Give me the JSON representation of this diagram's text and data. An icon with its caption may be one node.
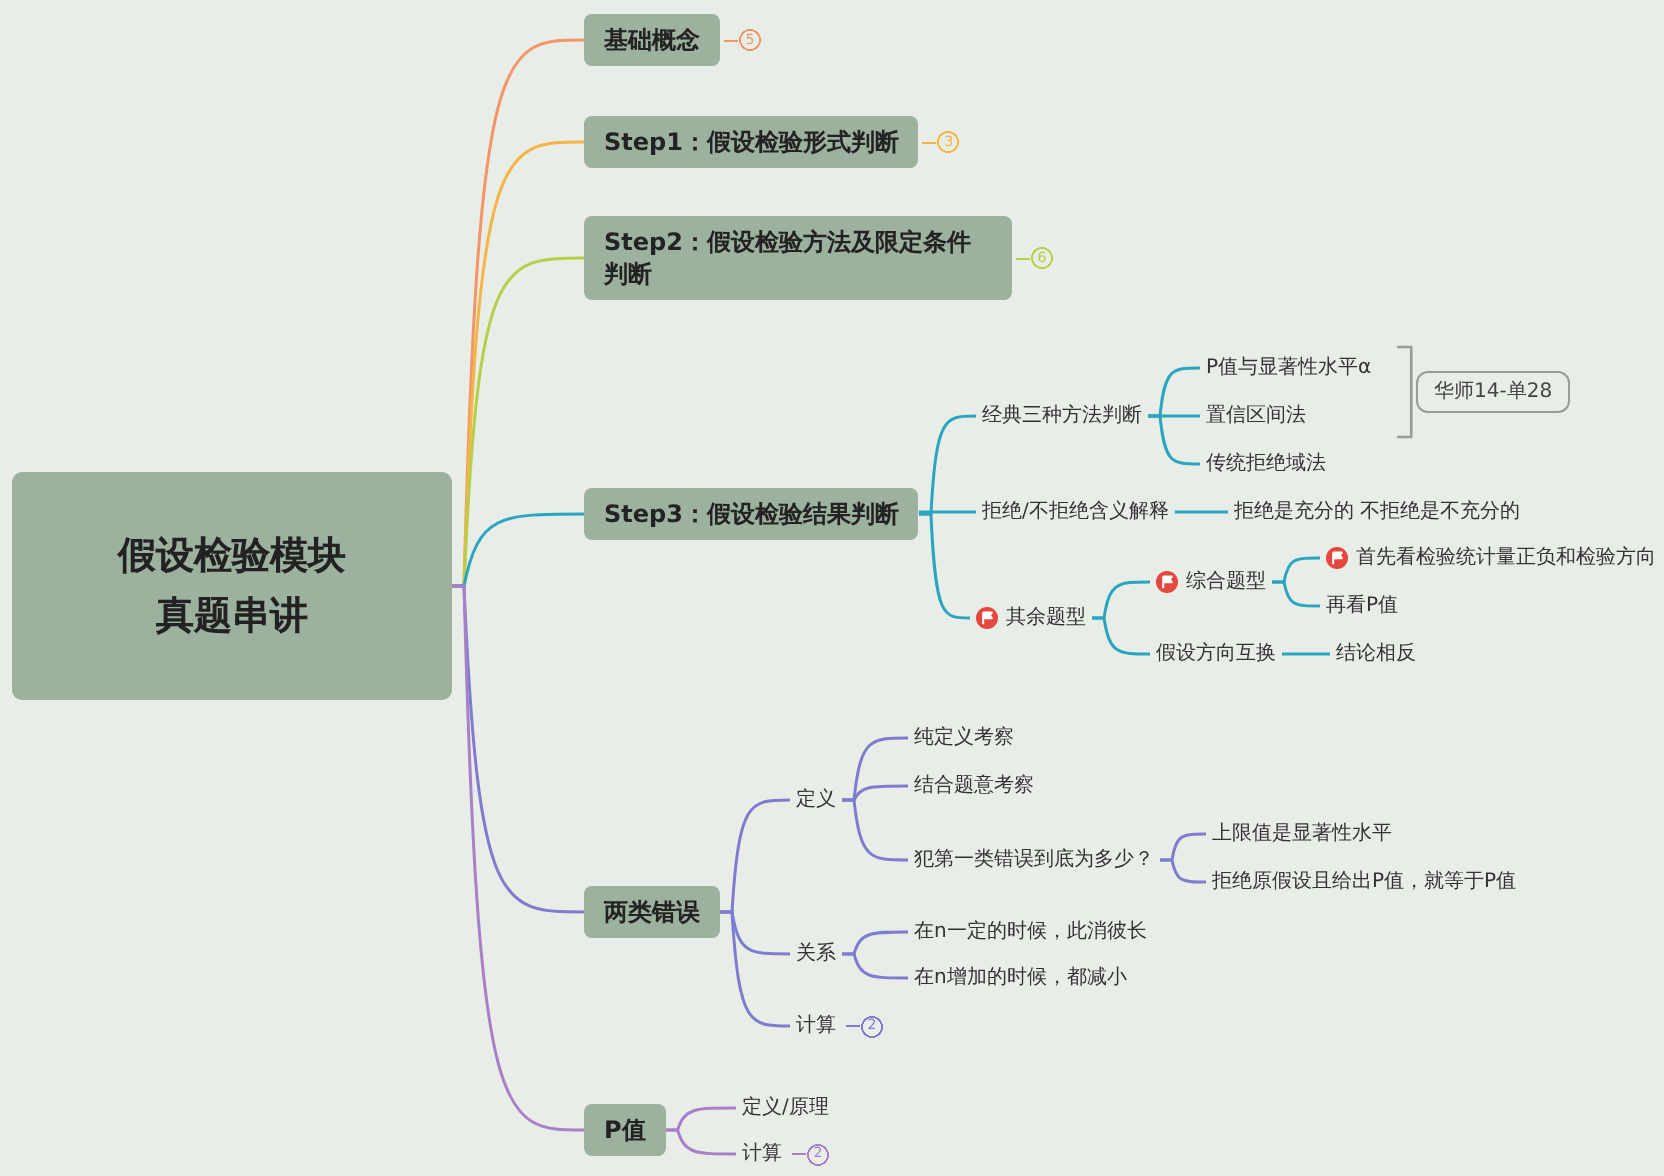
{
  "diagram": {
    "nodes": [
      {
        "text": [
          "假设检验模块",
          "真题串讲"
        ]
      },
      {
        "text": [
          "基础概念"
        ],
        "beside": [
          "5"
        ]
      },
      {
        "text": [
          "Step1：假设检验形式判断"
        ],
        "beside": [
          "3"
        ]
      },
      {
        "text": [
          "Step2：假设检验方法及限定条件判断"
        ],
        "beside": [
          "6"
        ]
      },
      {
        "text": [
          "Step3：假设检验结果判断"
        ]
      },
      {
        "text": [
          "经典三种方法判断"
        ]
      },
      {
        "text": [
          "P值与显著性水平α"
        ]
      },
      {
        "text": [
          "置信区间法"
        ]
      },
      {
        "text": [
          "传统拒绝域法"
        ]
      },
      {
        "text": [
          "华师14-单28"
        ]
      },
      {
        "text": [
          "拒绝/不拒绝含义解释"
        ]
      },
      {
        "text": [
          "拒绝是充分的 不拒绝是不充分的"
        ]
      },
      {
        "text": [
          "其余题型"
        ]
      },
      {
        "text": [
          "综合题型"
        ]
      },
      {
        "text": [
          "首先看检验统计量正负和检验方向"
        ]
      },
      {
        "text": [
          "再看P值"
        ]
      },
      {
        "text": [
          "假设方向互换"
        ]
      },
      {
        "text": [
          "结论相反"
        ]
      },
      {
        "text": [
          "两类错误"
        ]
      },
      {
        "text": [
          "定义"
        ]
      },
      {
        "text": [
          "纯定义考察"
        ]
      },
      {
        "text": [
          "结合题意考察"
        ]
      },
      {
        "text": [
          "犯第一类错误到底为多少？"
        ]
      },
      {
        "text": [
          "上限值是显著性水平"
        ]
      },
      {
        "text": [
          "拒绝原假设且给出P值，就等于P值"
        ]
      },
      {
        "text": [
          "关系"
        ]
      },
      {
        "text": [
          "在n一定的时候，此消彼长"
        ]
      },
      {
        "text": [
          "在n增加的时候，都减小"
        ]
      },
      {
        "text": [
          "计算"
        ],
        "beside": [
          "2"
        ]
      },
      {
        "text": [
          "P值"
        ]
      },
      {
        "text": [
          "定义/原理"
        ]
      },
      {
        "text": [
          "计算"
        ],
        "beside": [
          "2"
        ]
      }
    ],
    "edges": [
      {
        "from": 0,
        "to": 1,
        "arrow": "none",
        "color": "#f39566"
      },
      {
        "from": 0,
        "to": 2,
        "arrow": "none",
        "color": "#f5b545"
      },
      {
        "from": 0,
        "to": 3,
        "arrow": "none",
        "color": "#b7cf48"
      },
      {
        "from": 0,
        "to": 4,
        "arrow": "none"
      },
      {
        "from": 4,
        "to": 5,
        "arrow": "none"
      },
      {
        "from": 5,
        "to": 6,
        "arrow": "none"
      },
      {
        "from": 5,
        "to": 7,
        "arrow": "none"
      },
      {
        "from": 5,
        "to": 8,
        "arrow": "none"
      },
      {
        "from": 4,
        "to": 10,
        "arrow": "none"
      },
      {
        "from": 10,
        "to": 11,
        "arrow": "none"
      },
      {
        "from": 4,
        "to": 12,
        "arrow": "none"
      },
      {
        "from": 12,
        "to": 13,
        "arrow": "none"
      },
      {
        "from": 13,
        "to": 14,
        "arrow": "none"
      },
      {
        "from": 13,
        "to": 15,
        "arrow": "none"
      },
      {
        "from": 12,
        "to": 16,
        "arrow": "none"
      },
      {
        "from": 16,
        "to": 17,
        "arrow": "none"
      },
      {
        "from": 0,
        "to": 18,
        "arrow": "none",
        "color": "#7e7ccf"
      },
      {
        "from": 18,
        "to": 19,
        "arrow": "none",
        "color": "#7e7ccf"
      },
      {
        "from": 19,
        "to": 20,
        "arrow": "none",
        "color": "#7e7ccf"
      },
      {
        "from": 19,
        "to": 21,
        "arrow": "none",
        "color": "#7e7ccf"
      },
      {
        "from": 19,
        "to": 22,
        "arrow": "none",
        "color": "#7e7ccf"
      },
      {
        "from": 22,
        "to": 23,
        "arrow": "none",
        "color": "#7e7ccf"
      },
      {
        "from": 22,
        "to": 24,
        "arrow": "none",
        "color": "#7e7ccf"
      },
      {
        "from": 18,
        "to": 25,
        "arrow": "none",
        "color": "#7e7ccf"
      },
      {
        "from": 25,
        "to": 26,
        "arrow": "none",
        "color": "#7e7ccf"
      },
      {
        "from": 25,
        "to": 27,
        "arrow": "none",
        "color": "#7e7ccf"
      },
      {
        "from": 18,
        "to": 28,
        "arrow": "none",
        "color": "#7e7ccf"
      },
      {
        "from": 0,
        "to": 29,
        "arrow": "none",
        "color": "#a780c8"
      },
      {
        "from": 29,
        "to": 30,
        "arrow": "none",
        "color": "#a780c8"
      },
      {
        "from": 29,
        "to": 31,
        "arrow": "none",
        "color": "#a780c8"
      }
    ]
  }
}
